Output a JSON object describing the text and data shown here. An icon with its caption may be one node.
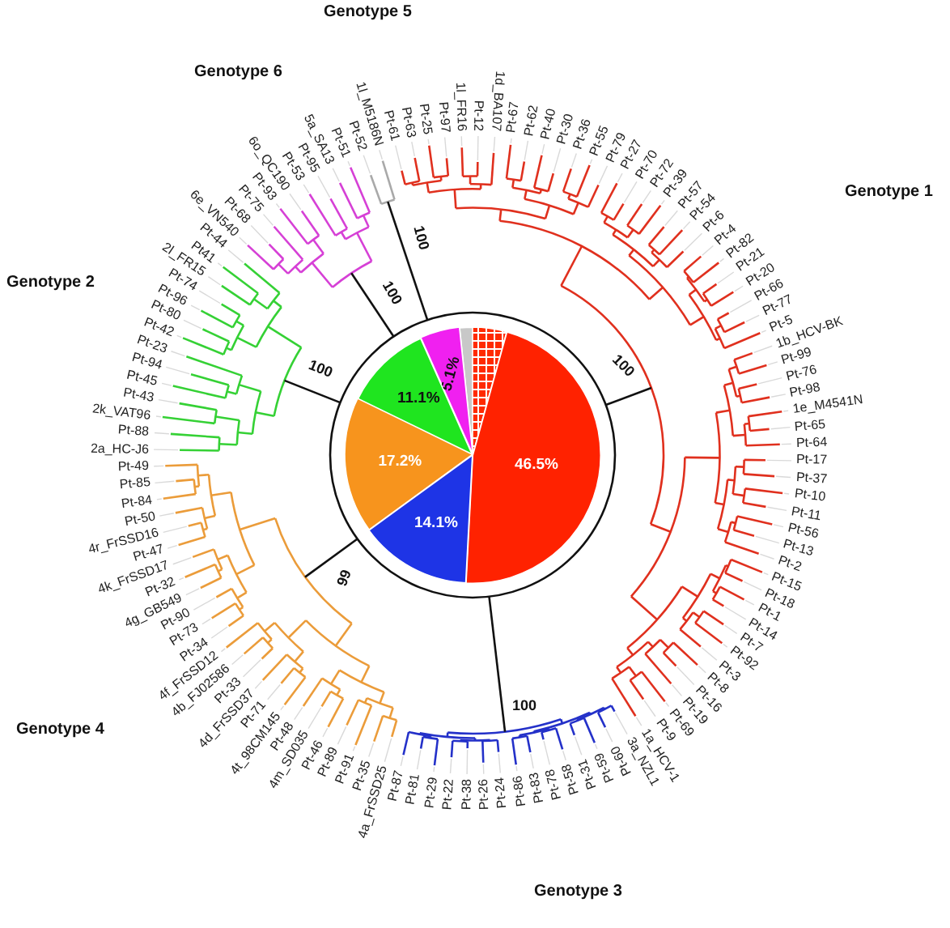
{
  "diagram": {
    "nodes": [
      {
        "text": [],
        "shape": "wedge"
      },
      {
        "text": [],
        "shape": "wedge"
      },
      {
        "text": [
          "5.1%"
        ]
      },
      {
        "text": [
          "11.1%"
        ]
      },
      {
        "text": [
          "17.2%"
        ]
      },
      {
        "text": [
          "46.5%"
        ]
      },
      {
        "text": [
          "14.1%"
        ]
      }
    ],
    "labels": [
      "Genotype 5",
      "Genotype 6",
      "Genotype 1",
      "Genotype 2",
      "Genotype 4",
      "Genotype 3",
      "2a_HC-J6",
      "Pt-88",
      "2k_VAT96",
      "Pt-43",
      "Pt-45",
      "Pt-94",
      "Pt-23",
      "Pt-42",
      "Pt-80",
      "Pt-96",
      "Pt-74",
      "2l_FR15",
      "Pt41",
      "Pt-44",
      "6e_VN540",
      "Pt-68",
      "Pt-75",
      "Pt-93",
      "6o_QC190",
      "Pt-53",
      "Pt-95",
      "5a_SA13",
      "Pt-51",
      "Pt-52",
      "1l_M5186N",
      "Pt-61",
      "Pt-63",
      "Pt-25",
      "Pt-97",
      "1l_FR16",
      "Pt-12",
      "1d_BA107",
      "Pt-67",
      "Pt-62",
      "Pt-40",
      "Pt-30",
      "Pt-36",
      "Pt-55",
      "Pt-79",
      "Pt-27",
      "Pt-70",
      "Pt-72",
      "Pt-39",
      "Pt-57",
      "Pt-54",
      "Pt-6",
      "Pt-4",
      "Pt-82",
      "Pt-21",
      "Pt-20",
      "Pt-66",
      "Pt-77",
      "Pt-5",
      "1b_HCV-BK",
      "Pt-99",
      "Pt-76",
      "Pt-98",
      "1e_M4541N",
      "Pt-65",
      "Pt-64",
      "Pt-49",
      "Pt-85",
      "Pt-84",
      "Pt-50",
      "4r_FrSSD16",
      "Pt-47",
      "4k_FrSSD17",
      "Pt-32",
      "4g_GB549",
      "Pt-90",
      "Pt-73",
      "Pt-34",
      "4f_FrSSD12",
      "4b_FJ02586",
      "Pt-33",
      "4d_FrSSD37",
      "Pt-71",
      "4t_98CM145",
      "Pt-48",
      "4m_SD035",
      "Pt-46",
      "Pt-89",
      "Pt-91",
      "Pt-35",
      "4a_FrSSD25",
      "Pt-87",
      "Pt-81",
      "Pt-29",
      "Pt-22",
      "Pt-38",
      "Pt-26",
      "Pt-24",
      "Pt-86",
      "Pt-83",
      "Pt-78",
      "Pt-58",
      "Pt-31",
      "Pt-59",
      "Pt-60",
      "3a_NZL1",
      "1a_HCV-1",
      "Pt-9",
      "Pt-69",
      "Pt-19",
      "Pt-16",
      "Pt-8",
      "Pt-3",
      "Pt-92",
      "Pt-7",
      "Pt-14",
      "Pt-1",
      "Pt-18",
      "Pt-15",
      "Pt-2",
      "Pt-13",
      "Pt-56",
      "Pt-11",
      "Pt-10",
      "Pt-37",
      "Pt-17",
      "100",
      "100",
      "100",
      "100",
      "99",
      "100"
    ]
  }
}
